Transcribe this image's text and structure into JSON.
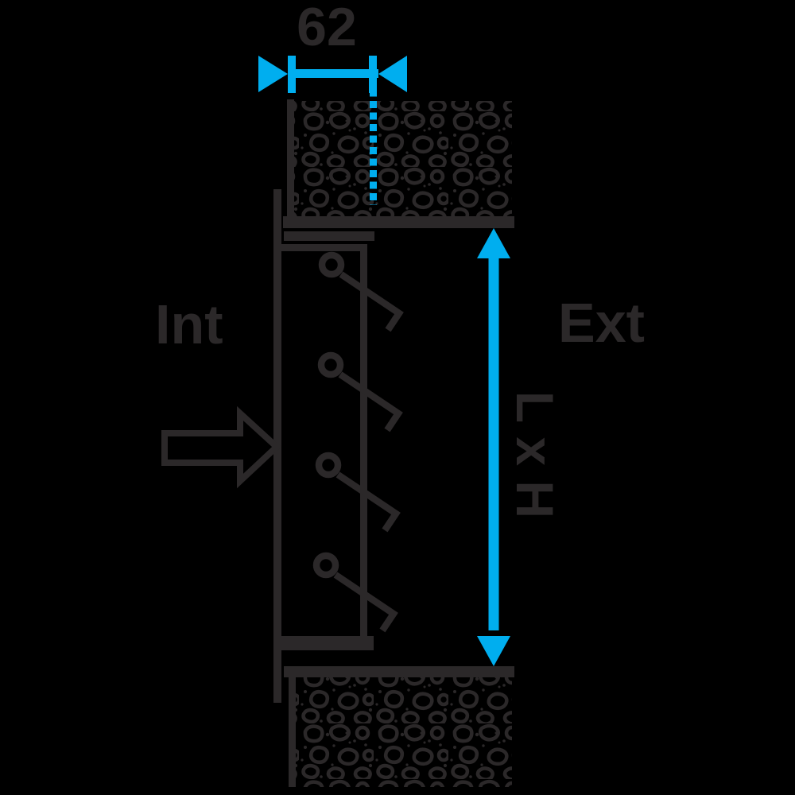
{
  "colors": {
    "background": "#000000",
    "ink": "#2B2829",
    "accent": "#00AEEF"
  },
  "labels": {
    "top_dimension": "62",
    "interior_side": "Int",
    "exterior_side": "Ext",
    "opening_size": "L x H"
  }
}
